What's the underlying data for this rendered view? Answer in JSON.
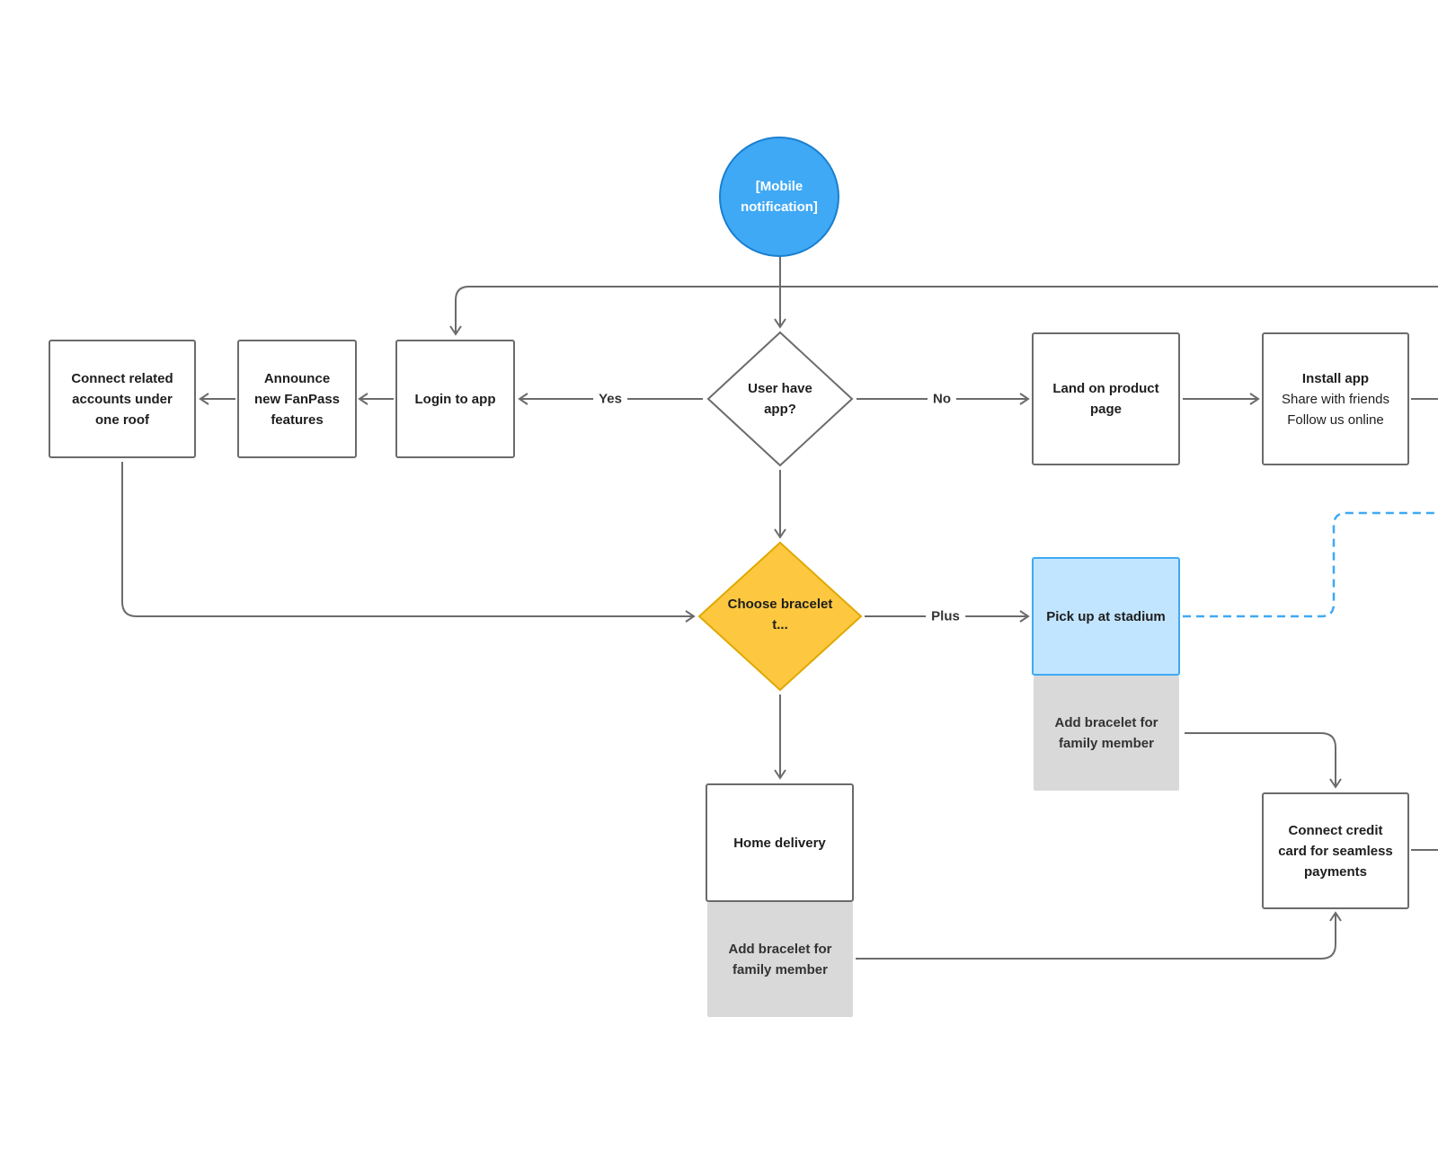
{
  "nodes": {
    "start": "[Mobile notification]",
    "user_have_app": "User have app?",
    "login": "Login to app",
    "announce": "Announce new FanPass features",
    "connect_accounts": "Connect related accounts under one roof",
    "land_product": "Land on product page",
    "install_title": "Install app",
    "install_line1": "Share with friends",
    "install_line2": "Follow us online",
    "choose_bracelet": "Choose bracelet t...",
    "pickup": "Pick up at stadium",
    "pickup_addon": "Add bracelet for family member",
    "home_delivery": "Home delivery",
    "home_addon": "Add bracelet for family member",
    "connect_card": "Connect credit card for seamless payments"
  },
  "edge_labels": {
    "yes": "Yes",
    "no": "No",
    "plus": "Plus"
  },
  "colors": {
    "line": "#6b6b6b",
    "start_fill": "#3fa9f5",
    "decision_fill": "#fdc840",
    "highlight_fill": "#c2e5ff",
    "addon_fill": "#d9d9d9",
    "dashed_link": "#3fa9f5"
  }
}
